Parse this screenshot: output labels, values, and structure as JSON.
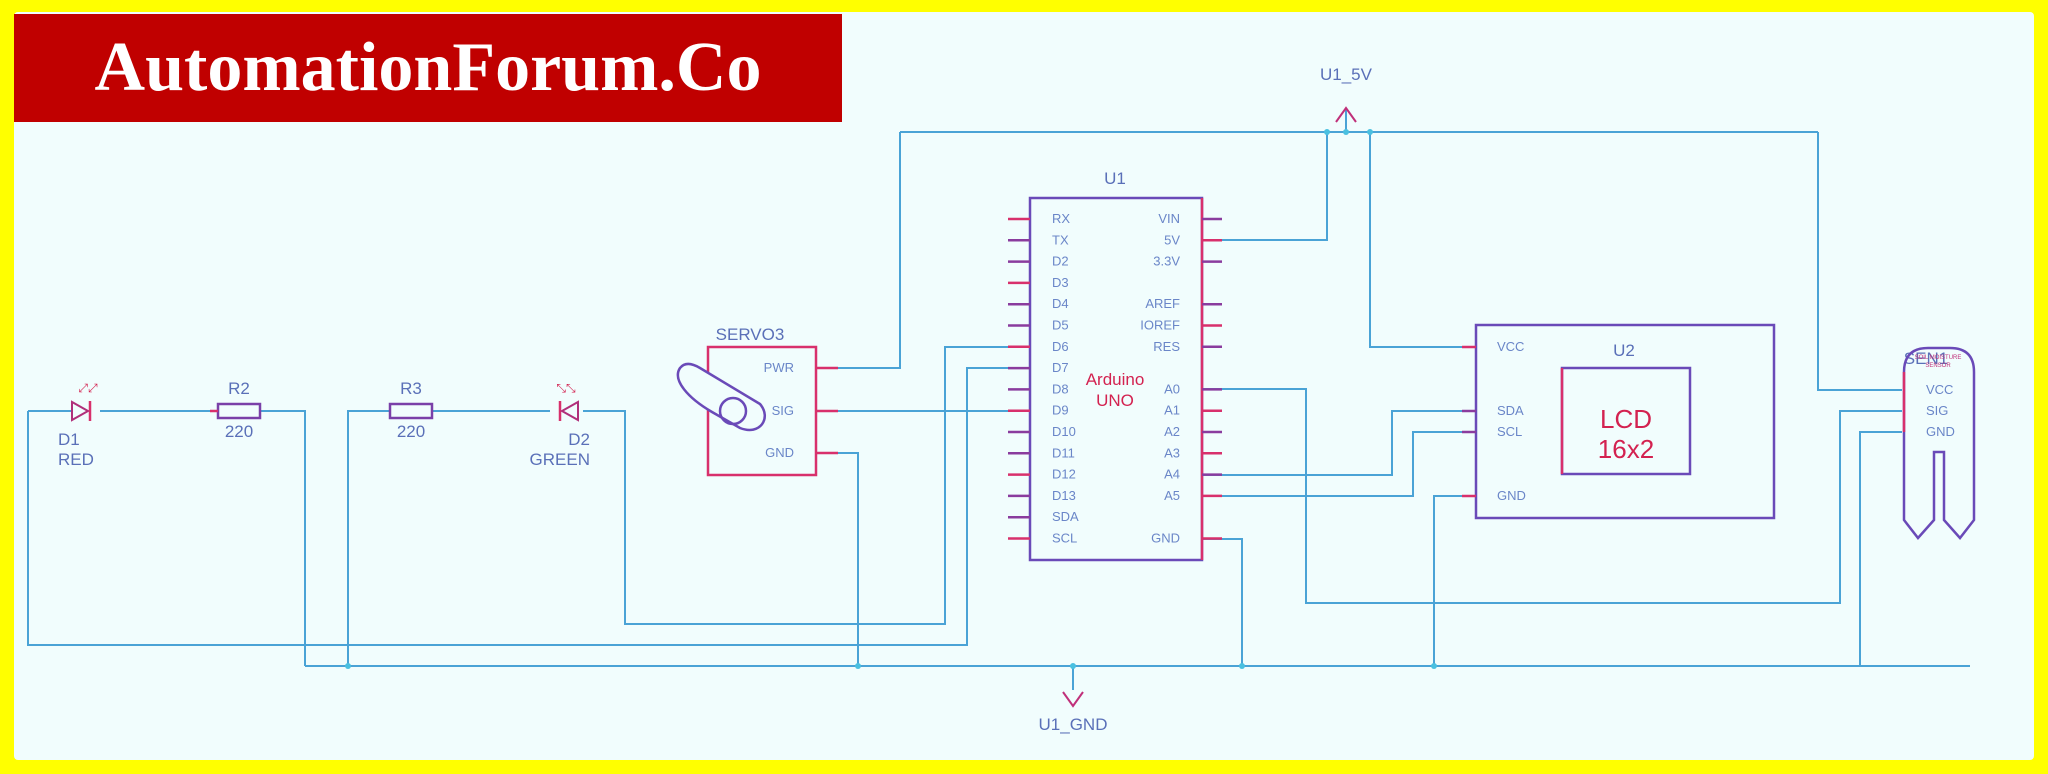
{
  "banner": {
    "text": "AutomationForum.Co"
  },
  "colors": {
    "border": "#ffff00",
    "banner_bg": "#c00000",
    "background": "#f1fdfd",
    "wire": "#4aa3d6",
    "component": "#6a4ab8",
    "accent": "#d8306c"
  },
  "nets": {
    "vcc_label": "U1_5V",
    "gnd_label": "U1_GND"
  },
  "arduino": {
    "ref": "U1",
    "name_line1": "Arduino",
    "name_line2": "UNO",
    "left_pins": [
      "RX",
      "TX",
      "D2",
      "D3",
      "D4",
      "D5",
      "D6",
      "D7",
      "D8",
      "D9",
      "D10",
      "D11",
      "D12",
      "D13",
      "SDA",
      "SCL"
    ],
    "right_pins": [
      "VIN",
      "5V",
      "3.3V",
      "",
      "AREF",
      "IOREF",
      "RES",
      "",
      "A0",
      "A1",
      "A2",
      "A3",
      "A4",
      "A5",
      "",
      "GND"
    ]
  },
  "servo": {
    "ref": "SERVO3",
    "pins": [
      "PWR",
      "SIG",
      "GND"
    ]
  },
  "lcd": {
    "ref": "U2",
    "pins": [
      "VCC",
      "SDA",
      "SCL",
      "GND"
    ],
    "title_line1": "LCD",
    "title_line2": "16x2"
  },
  "sensor": {
    "ref": "SEN1",
    "subtitle_line1": "SOIL MOISTURE",
    "subtitle_line2": "SENSOR",
    "pins": [
      "VCC",
      "SIG",
      "GND"
    ]
  },
  "led1": {
    "ref": "D1",
    "color": "RED"
  },
  "led2": {
    "ref": "D2",
    "color": "GREEN"
  },
  "r2": {
    "ref": "R2",
    "value": "220"
  },
  "r3": {
    "ref": "R3",
    "value": "220"
  }
}
